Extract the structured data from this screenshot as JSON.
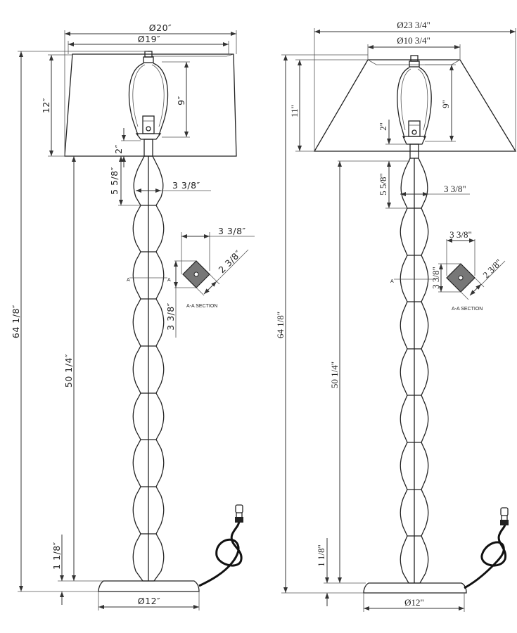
{
  "left_view": {
    "shade_top_outer_diameter": "Ø20″",
    "shade_bottom_diameter": "Ø19″",
    "shade_height": "12″",
    "harp_height": "9″",
    "socket_offset": "2″",
    "segment_height": "5 5/8″",
    "segment_width": "3 3/8″",
    "overall_height": "64 1/8″",
    "body_height": "50 1/4″",
    "base_height": "1 1/8″",
    "base_diameter": "Ø12″",
    "section": {
      "label": "A-A  SECTION",
      "width": "3 3/8″",
      "diagonal": "2 3/8″",
      "height": "3 3/8″",
      "marker": "A"
    },
    "segment_count": 9
  },
  "right_view": {
    "shade_bottom_diameter": "Ø23 3/4\"",
    "shade_top_diameter": "Ø10 3/4\"",
    "shade_height": "11\"",
    "harp_height": "9\"",
    "socket_offset": "2\"",
    "segment_height": "5 5/8\"",
    "segment_width": "3 3/8\"",
    "overall_height": "64 1/8\"",
    "body_height": "50 1/4\"",
    "base_height": "1 1/8\"",
    "base_diameter": "Ø12\"",
    "section": {
      "label": "A-A  SECTION",
      "width": "3 3/8\"",
      "diagonal": "2 3/8\"",
      "height": "3 3/8\"",
      "marker": "A"
    },
    "segment_count": 9
  },
  "colors": {
    "line": "#222222",
    "section_fill": "#777777",
    "background": "#ffffff"
  }
}
